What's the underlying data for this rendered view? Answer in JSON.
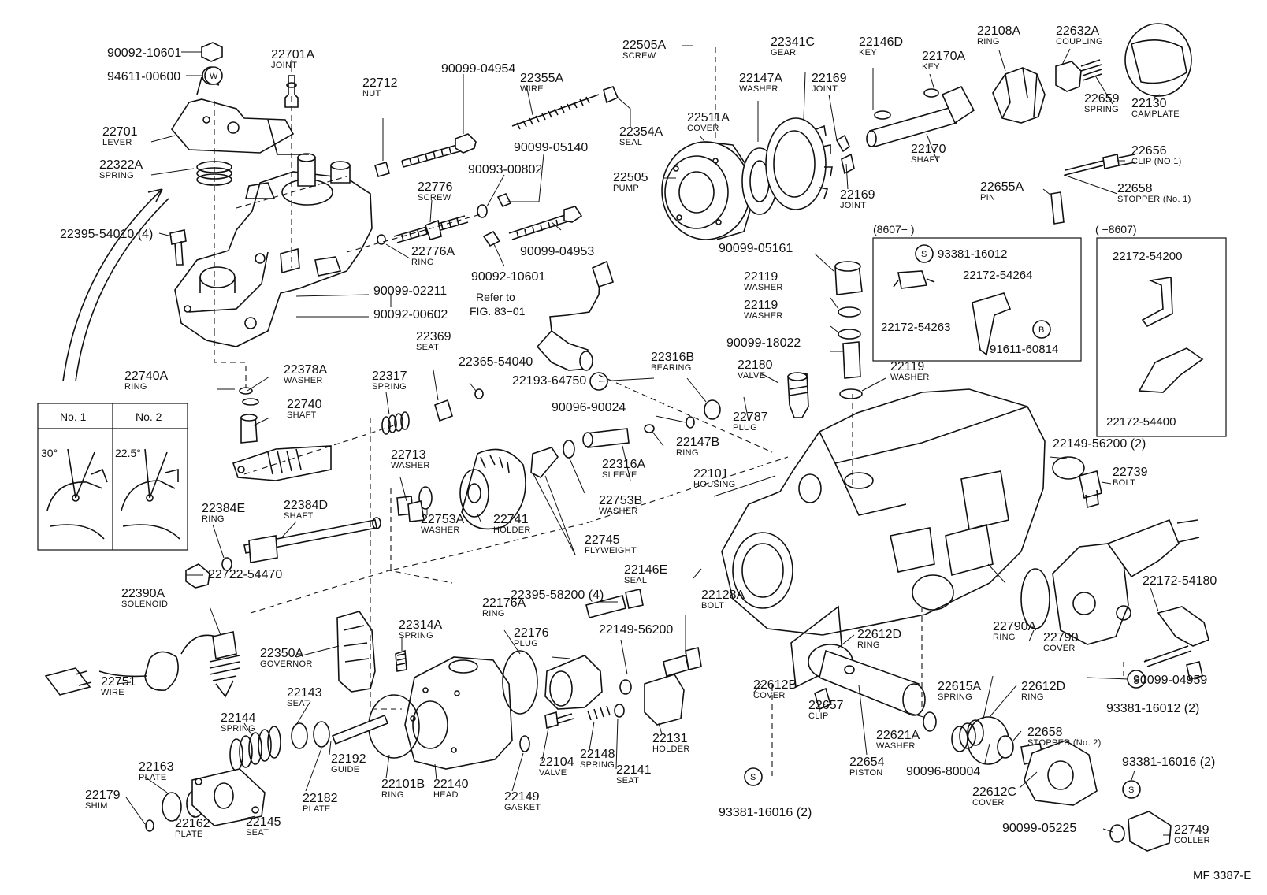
{
  "callouts": [
    {
      "id": "c1",
      "num": "90092-10601",
      "name": ""
    },
    {
      "id": "c2",
      "num": "94611-00600",
      "name": ""
    },
    {
      "id": "c3",
      "num": "22701A",
      "name": "JOINT"
    },
    {
      "id": "c4",
      "num": "22701",
      "name": "LEVER"
    },
    {
      "id": "c5",
      "num": "22322A",
      "name": "SPRING"
    },
    {
      "id": "c6",
      "num": "22395-54010 (4)",
      "name": ""
    },
    {
      "id": "c7",
      "num": "22712",
      "name": "NUT"
    },
    {
      "id": "c8",
      "num": "90099-04954",
      "name": ""
    },
    {
      "id": "c9",
      "num": "22355A",
      "name": "WIRE"
    },
    {
      "id": "c10",
      "num": "22354A",
      "name": "SEAL"
    },
    {
      "id": "c11",
      "num": "90099-05140",
      "name": ""
    },
    {
      "id": "c12",
      "num": "90093-00802",
      "name": ""
    },
    {
      "id": "c13",
      "num": "22776",
      "name": "SCREW"
    },
    {
      "id": "c14",
      "num": "22776A",
      "name": "RING"
    },
    {
      "id": "c15",
      "num": "90099-04953",
      "name": ""
    },
    {
      "id": "c16",
      "num": "90092-10601",
      "name": ""
    },
    {
      "id": "c17",
      "num": "90099-02211",
      "name": ""
    },
    {
      "id": "c18",
      "num": "90092-00602",
      "name": ""
    },
    {
      "id": "c19",
      "num": "22505A",
      "name": "SCREW"
    },
    {
      "id": "c20",
      "num": "22511A",
      "name": "COVER"
    },
    {
      "id": "c21",
      "num": "22505",
      "name": "PUMP"
    },
    {
      "id": "c22",
      "num": "22341C",
      "name": "GEAR"
    },
    {
      "id": "c23",
      "num": "22147A",
      "name": "WASHER"
    },
    {
      "id": "c24",
      "num": "22169",
      "name": "JOINT"
    },
    {
      "id": "c25",
      "num": "22169",
      "name": "JOINT"
    },
    {
      "id": "c26",
      "num": "22146D",
      "name": "KEY"
    },
    {
      "id": "c27",
      "num": "22170A",
      "name": "KEY"
    },
    {
      "id": "c28",
      "num": "22170",
      "name": "SHAFT"
    },
    {
      "id": "c29",
      "num": "22108A",
      "name": "RING"
    },
    {
      "id": "c30",
      "num": "22632A",
      "name": "COUPLING"
    },
    {
      "id": "c31",
      "num": "22659",
      "name": "SPRING"
    },
    {
      "id": "c32",
      "num": "22130",
      "name": "CAMPLATE"
    },
    {
      "id": "c33",
      "num": "22656",
      "name": "CLIP (NO.1)"
    },
    {
      "id": "c34",
      "num": "22658",
      "name": "STOPPER (No. 1)"
    },
    {
      "id": "c35",
      "num": "22655A",
      "name": "PIN"
    },
    {
      "id": "c36",
      "num": "90099-05161",
      "name": ""
    },
    {
      "id": "c37",
      "num": "22119",
      "name": "WASHER"
    },
    {
      "id": "c38",
      "num": "22119",
      "name": "WASHER"
    },
    {
      "id": "c39",
      "num": "90099-18022",
      "name": ""
    },
    {
      "id": "c40",
      "num": "22180",
      "name": "VALVE"
    },
    {
      "id": "c41",
      "num": "22119",
      "name": "WASHER"
    },
    {
      "id": "c42",
      "num": "22787",
      "name": "PLUG"
    },
    {
      "id": "c43",
      "num": "22316B",
      "name": "BEARING"
    },
    {
      "id": "c44",
      "num": "22147B",
      "name": "RING"
    },
    {
      "id": "c45",
      "num": "22193-64750",
      "name": ""
    },
    {
      "id": "c46",
      "num": "90096-90024",
      "name": ""
    },
    {
      "id": "c47",
      "num": "22369",
      "name": "SEAT"
    },
    {
      "id": "c48",
      "num": "22365-54040",
      "name": ""
    },
    {
      "id": "c49",
      "num": "22317",
      "name": "SPRING"
    },
    {
      "id": "c50",
      "num": "22740A",
      "name": "RING"
    },
    {
      "id": "c51",
      "num": "22378A",
      "name": "WASHER"
    },
    {
      "id": "c52",
      "num": "22740",
      "name": "SHAFT"
    },
    {
      "id": "c53",
      "num": "22713",
      "name": "WASHER"
    },
    {
      "id": "c54",
      "num": "22753A",
      "name": "WASHER"
    },
    {
      "id": "c55",
      "num": "22741",
      "name": "HOLDER"
    },
    {
      "id": "c56",
      "num": "22745",
      "name": "FLYWEIGHT"
    },
    {
      "id": "c57",
      "num": "22316A",
      "name": "SLEEVE"
    },
    {
      "id": "c58",
      "num": "22753B",
      "name": "WASHER"
    },
    {
      "id": "c59",
      "num": "22101",
      "name": "HOUSING"
    },
    {
      "id": "c60",
      "num": "22149-56200 (2)",
      "name": ""
    },
    {
      "id": "c61",
      "num": "22739",
      "name": "BOLT"
    },
    {
      "id": "c62",
      "num": "22384E",
      "name": "RING"
    },
    {
      "id": "c63",
      "num": "22384D",
      "name": "SHAFT"
    },
    {
      "id": "c64",
      "num": "22722-54470",
      "name": ""
    },
    {
      "id": "c65",
      "num": "22390A",
      "name": "SOLENOID"
    },
    {
      "id": "c66",
      "num": "22751",
      "name": "WIRE"
    },
    {
      "id": "c67",
      "num": "22350A",
      "name": "GOVERNOR"
    },
    {
      "id": "c68",
      "num": "22314A",
      "name": "SPRING"
    },
    {
      "id": "c69",
      "num": "22395-58200 (4)",
      "name": ""
    },
    {
      "id": "c70",
      "num": "22176A",
      "name": "RING"
    },
    {
      "id": "c71",
      "num": "22176",
      "name": "PLUG"
    },
    {
      "id": "c72",
      "num": "22149-56200",
      "name": ""
    },
    {
      "id": "c73",
      "num": "22146E",
      "name": "SEAL"
    },
    {
      "id": "c74",
      "num": "22128A",
      "name": "BOLT"
    },
    {
      "id": "c75",
      "num": "22612D",
      "name": "RING"
    },
    {
      "id": "c76",
      "num": "22790A",
      "name": "RING"
    },
    {
      "id": "c77",
      "num": "22790",
      "name": "COVER"
    },
    {
      "id": "c78",
      "num": "22172-54180",
      "name": ""
    },
    {
      "id": "c79",
      "num": "90099-04959",
      "name": ""
    },
    {
      "id": "c80",
      "num": "93381-16012 (2)",
      "name": ""
    },
    {
      "id": "c81",
      "num": "22143",
      "name": "SEAT"
    },
    {
      "id": "c82",
      "num": "22144",
      "name": "SPRING"
    },
    {
      "id": "c83",
      "num": "22192",
      "name": "GUIDE"
    },
    {
      "id": "c84",
      "num": "22182",
      "name": "PLATE"
    },
    {
      "id": "c85",
      "num": "22101B",
      "name": "RING"
    },
    {
      "id": "c86",
      "num": "22140",
      "name": "HEAD"
    },
    {
      "id": "c87",
      "num": "22149",
      "name": "GASKET"
    },
    {
      "id": "c88",
      "num": "22104",
      "name": "VALVE"
    },
    {
      "id": "c89",
      "num": "22148",
      "name": "SPRING"
    },
    {
      "id": "c90",
      "num": "22141",
      "name": "SEAT"
    },
    {
      "id": "c91",
      "num": "22131",
      "name": "HOLDER"
    },
    {
      "id": "c92",
      "num": "22163",
      "name": "PLATE"
    },
    {
      "id": "c93",
      "num": "22179",
      "name": "SHIM"
    },
    {
      "id": "c94",
      "num": "22162",
      "name": "PLATE"
    },
    {
      "id": "c95",
      "num": "22145",
      "name": "SEAT"
    },
    {
      "id": "c96",
      "num": "22612B",
      "name": "COVER"
    },
    {
      "id": "c97",
      "num": "22657",
      "name": "CLIP"
    },
    {
      "id": "c98",
      "num": "22654",
      "name": "PISTON"
    },
    {
      "id": "c99",
      "num": "22621A",
      "name": "WASHER"
    },
    {
      "id": "c100",
      "num": "93381-16016 (2)",
      "name": ""
    },
    {
      "id": "c101",
      "num": "22615A",
      "name": "SPRING"
    },
    {
      "id": "c102",
      "num": "22612D",
      "name": "RING"
    },
    {
      "id": "c103",
      "num": "22658",
      "name": "STOPPER (No. 2)"
    },
    {
      "id": "c104",
      "num": "90096-80004",
      "name": ""
    },
    {
      "id": "c105",
      "num": "22612C",
      "name": "COVER"
    },
    {
      "id": "c106",
      "num": "93381-16016 (2)",
      "name": ""
    },
    {
      "id": "c107",
      "num": "90099-05225",
      "name": ""
    },
    {
      "id": "c108",
      "num": "22749",
      "name": "COLLER"
    }
  ],
  "refer_note": {
    "line1": "Refer to",
    "line2": "FIG. 83−01"
  },
  "inset_left": {
    "title": "(8607−      )",
    "items": [
      {
        "id": "l1",
        "num": "93381-16012"
      },
      {
        "id": "l2",
        "num": "22172-54264"
      },
      {
        "id": "l3",
        "num": "22172-54263"
      },
      {
        "id": "l4",
        "num": "91611-60814"
      }
    ]
  },
  "inset_right": {
    "title": "(      −8607)",
    "items": [
      {
        "id": "r1",
        "num": "22172-54200"
      },
      {
        "id": "r2",
        "num": "22172-54400"
      }
    ]
  },
  "angle_table": {
    "col1": "No. 1",
    "col2": "No. 2",
    "angle1": "30°",
    "angle2": "22.5°"
  },
  "symbols": {
    "s": "S",
    "w": "W",
    "b": "B"
  },
  "figure_code": "MF 3387-E"
}
